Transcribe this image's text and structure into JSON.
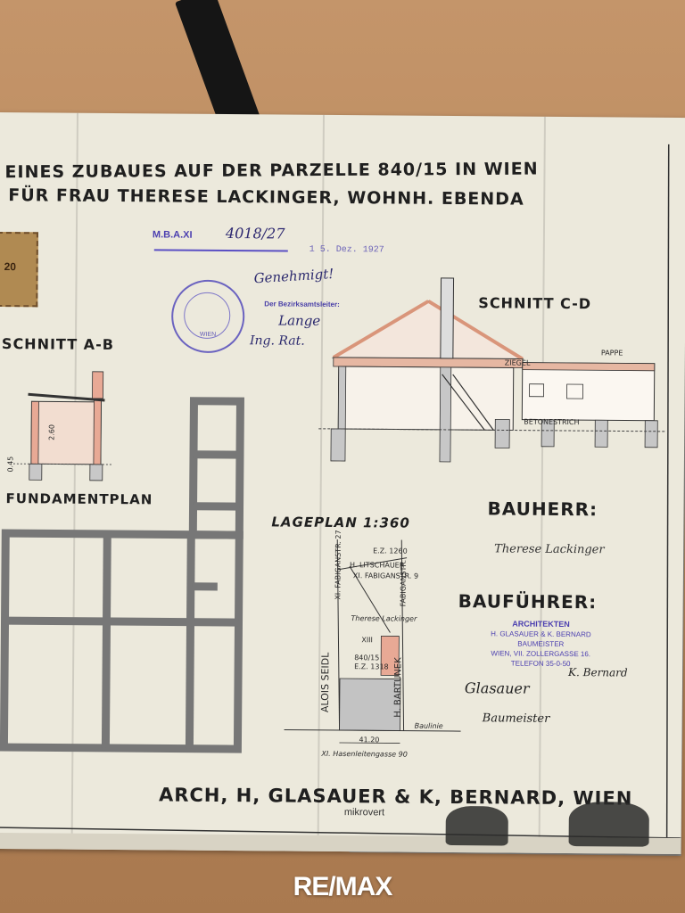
{
  "header": {
    "line1": "EINES ZUBAUES AUF DER PARZELLE 840/15 IN WIEN",
    "line2": "FÜR FRAU THERESE LACKINGER, WOHNH. EBENDA"
  },
  "stamps": {
    "office": "M.B.A.XI",
    "file_number": "4018/27",
    "date": "1 5. Dez. 1927",
    "approved": "Genehmigt!",
    "district_head": "Der Bezirksamtsleiter:",
    "round_stamp_city": "WIEN",
    "tax_stamp_value": "20"
  },
  "signatures": {
    "official_1": "Lange",
    "official_2": "Ing. Rat."
  },
  "sections": {
    "schnitt_ab": "SCHNITT A-B",
    "schnitt_cd": "SCHNITT C-D",
    "fundamentplan": "FUNDAMENTPLAN",
    "lageplan": "LAGEPLAN 1:360",
    "bauherr": "BAUHERR:",
    "baufuehrer": "BAUFÜHRER:"
  },
  "annotations": {
    "ziegel": "ZIEGEL",
    "pappe": "PAPPE",
    "betonestrich": "BETONESTRICH",
    "dim_left": "2.60",
    "dim_foot": "0.45"
  },
  "lageplan": {
    "ez": "E.Z. 1260",
    "neighbor": "H. LITSCHAUER",
    "neighbor_addr": "XI. FABIGANSTR. 9",
    "street_left": "ALOIS SEIDL",
    "street_right": "H. BARTUNEK",
    "fabigan_left": "XI. FABIGANSTR. 27",
    "fabigan_right": "FABIGANSTR.",
    "owner_name": "Therese Lackinger",
    "owner_no": "XIII",
    "parcel": "840/15",
    "parcel_ez": "E.Z. 1318",
    "baulinie": "Baulinie",
    "width": "41.20",
    "lower_street": "XI. Hasenleitengasse 90",
    "right_street": "XI. Fabiganstr."
  },
  "bauherr_signature": "Therese Lackinger",
  "architect_stamp": {
    "title": "ARCHITEKTEN",
    "names": "H. GLASAUER & K. BERNARD",
    "role": "BAUMEISTER",
    "address": "WIEN, VII. ZOLLERGASSE 16.",
    "phone": "TELEFON 35-0-50"
  },
  "baufuehrer_signatures": {
    "sig1": "Glasauer",
    "sig2": "K. Bernard",
    "sig3": "Baumeister"
  },
  "footer": {
    "text": "ARCH, H, GLASAUER & K, BERNARD, WIEN",
    "watermark": "mikrovert"
  },
  "brand": {
    "logo": "RE/MAX"
  },
  "colors": {
    "paper": "#ece9dc",
    "ink": "#1f1f1f",
    "stamp": "#4b3fb0",
    "wall": "#e9bfa6",
    "foundation": "#c3c3c3"
  }
}
